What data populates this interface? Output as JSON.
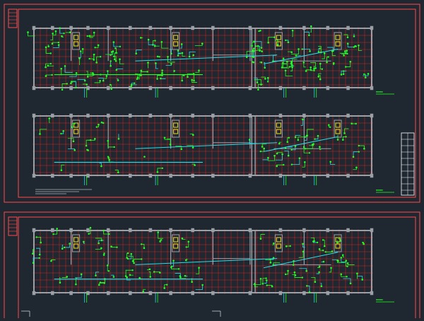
{
  "canvas": {
    "background": "#1f2731",
    "frame_color": "#ff4a4a",
    "wall_color": "#9aa0a6",
    "grid_color": "#e02020",
    "wire_green": "#22ff22",
    "wire_cyan": "#22e0e8",
    "fixture_yellow": "#e8e020",
    "label_color": "#ffffff"
  },
  "sheets": [
    {
      "name": "sheet-1",
      "plans": [
        {
          "name": "plan-lighting-upper",
          "title_tag": "▬▬▬▬"
        },
        {
          "name": "plan-power-middle",
          "title_tag": "▬▬▬▬"
        }
      ]
    },
    {
      "name": "sheet-2",
      "plans": [
        {
          "name": "plan-power-lower",
          "title_tag": "▬▬▬▬"
        }
      ]
    }
  ]
}
